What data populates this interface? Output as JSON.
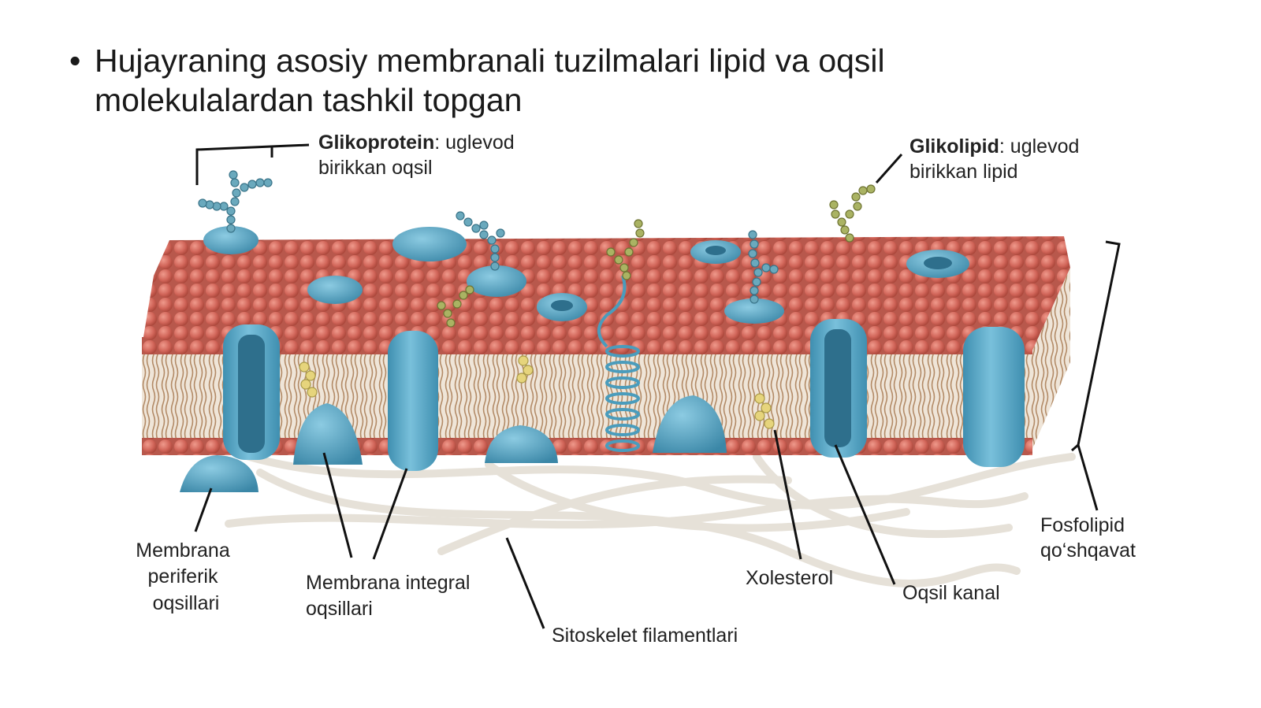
{
  "slide": {
    "bullet_char": "•",
    "bullet_line1": "Hujayraning asosiy membranali tuzilmalari lipid va oqsil",
    "bullet_line2": "molekulalardan tashkil topgan"
  },
  "labels": {
    "glycoprotein_term": "Glikoprotein",
    "glycoprotein_rest": ": uglevod",
    "glycoprotein_line2": "birikkan oqsil",
    "glycolipid_term": "Glikolipid",
    "glycolipid_rest": ": uglevod",
    "glycolipid_line2": "birikkan lipid",
    "peripheral_1": "Membrana",
    "peripheral_2": "periferik",
    "peripheral_3": "oqsillari",
    "integral_1": "Membrana integral",
    "integral_2": "oqsillari",
    "cytoskeleton": "Sitoskelet filamentlari",
    "cholesterol": "Xolesterol",
    "channel": "Oqsil kanal",
    "bilayer_1": "Fosfolipid",
    "bilayer_2": "qo‘shqavat"
  },
  "colors": {
    "lipid_head": "#d2665a",
    "lipid_head_dark": "#a94539",
    "tail": "#c9a98a",
    "protein": "#5aa9c8",
    "protein_dark": "#2f7c9c",
    "sugar_blue": "#5d9fb5",
    "sugar_green": "#a9b060",
    "cholesterol": "#e2d27a",
    "filament": "#e8e4dc"
  }
}
